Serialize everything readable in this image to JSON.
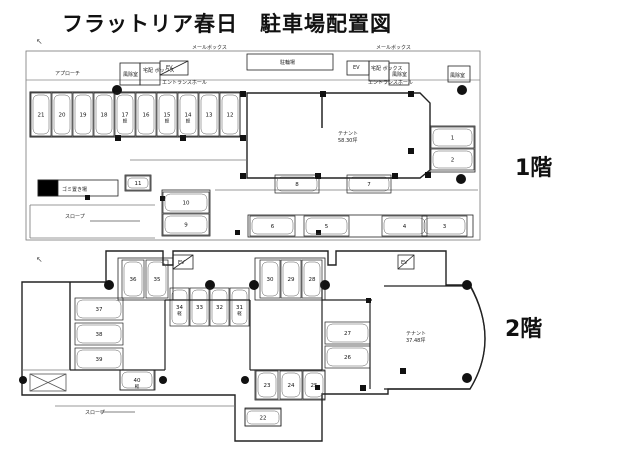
{
  "title": "フラットリア春日　駐車場配置図",
  "floors": {
    "floor1": {
      "label": "1階",
      "texts": {
        "mailbox_left": "メールボックス",
        "mailbox_right": "メールボックス",
        "approach": "アプローチ",
        "reception_left": "風除室",
        "reception_right": "風除室",
        "delivery_left": "宅配\nボックス",
        "delivery_right": "宅配\nボックス",
        "ev_left": "EV",
        "ev_right": "EV",
        "hall_left": "エントランスホール",
        "hall_right": "エントランスホール",
        "bike": "駐輪場",
        "tenant": "テナント",
        "tenant_area": "58.30坪",
        "trash": "ゴミ置き場",
        "slope": "スロープ",
        "light": "軽"
      },
      "spaces_top": [
        "21",
        "20",
        "19",
        "18",
        "17",
        "16",
        "15",
        "14",
        "13",
        "12"
      ],
      "light_spaces": [
        "17",
        "15",
        "14"
      ],
      "spaces_right": [
        "1",
        "2"
      ],
      "spaces_mid": [
        "8",
        "7"
      ],
      "spaces_bottom": [
        "6",
        "5",
        "4",
        "3"
      ],
      "spaces_left": [
        "11",
        "10",
        "9"
      ]
    },
    "floor2": {
      "label": "2階",
      "texts": {
        "ev_left": "EV",
        "ev_right": "EV",
        "tenant": "テナント",
        "tenant_area": "37.48坪",
        "slope": "スロープ",
        "light": "軽"
      },
      "spaces_top_left": [
        "36",
        "35"
      ],
      "spaces_top_right": [
        "30",
        "29",
        "28"
      ],
      "spaces_center": [
        "34",
        "33",
        "32",
        "31"
      ],
      "light_spaces": [
        "34",
        "31",
        "40"
      ],
      "spaces_left": [
        "37",
        "38",
        "39"
      ],
      "spaces_right": [
        "27",
        "26"
      ],
      "spaces_bottom": [
        "40",
        "23",
        "24",
        "25",
        "22"
      ]
    }
  }
}
